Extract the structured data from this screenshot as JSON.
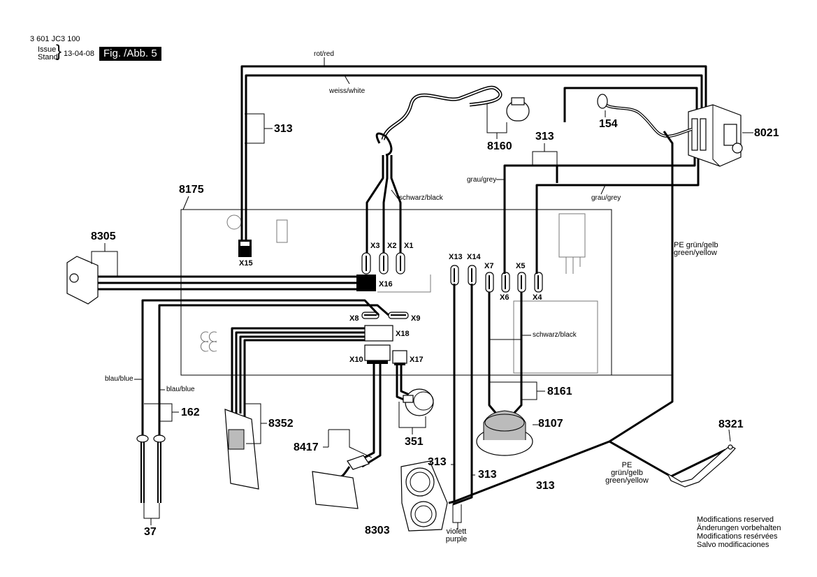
{
  "header": {
    "doc_number": "3 601 JC3 100",
    "issue_label": "Issue",
    "stand_label": "Stand",
    "issue_date": "13-04-08",
    "figure_label": "Fig. /Abb. 5"
  },
  "part_numbers": {
    "p8175": "8175",
    "p8305": "8305",
    "p313a": "313",
    "p8160": "8160",
    "p313b": "313",
    "p154": "154",
    "p8021": "8021",
    "p162": "162",
    "p37": "37",
    "p8352": "8352",
    "p8417": "8417",
    "p351": "351",
    "p313c": "313",
    "p313d": "313",
    "p313e": "313",
    "p8303": "8303",
    "p8161": "8161",
    "p8107": "8107",
    "p8321": "8321"
  },
  "connectors": {
    "x15": "X15",
    "x3": "X3",
    "x2": "X2",
    "x1": "X1",
    "x16": "X16",
    "x13": "X13",
    "x14": "X14",
    "x7": "X7",
    "x5": "X5",
    "x6": "X6",
    "x4": "X4",
    "x8": "X8",
    "x9": "X9",
    "x18": "X18",
    "x10": "X10",
    "x17": "X17"
  },
  "wire_labels": {
    "red": "rot/red",
    "white": "weiss/white",
    "black_top": "schwarz/black",
    "grey_left": "grau/grey",
    "grey_right": "grau/grey",
    "black_mid": "schwarz/black",
    "blue1": "blau/blue",
    "blue2": "blau/blue",
    "pe_right": "PE grün/gelb green/yellow",
    "pe_bottom": "PE grün/gelb green/yellow",
    "violet": "violett purple"
  },
  "footer": {
    "note": "Modifications reserved Änderungen vorbehalten Modifications resérvées Salvo modificaciones"
  }
}
